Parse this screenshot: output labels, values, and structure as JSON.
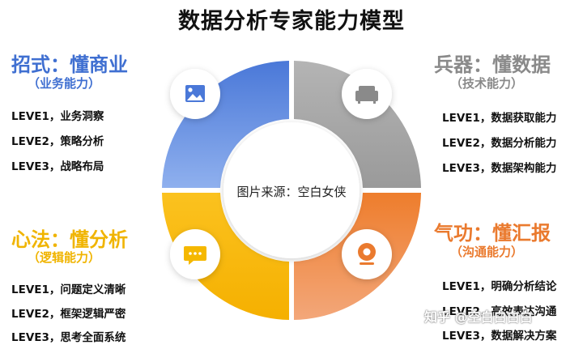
{
  "title": "数据分析专家能力模型",
  "center_text": "图片来源：空白女侠",
  "watermark": "知乎 @空白白白白",
  "sections": {
    "top_left": {
      "title": "招式：懂商业",
      "subtitle": "（业务能力）",
      "icon": "image-icon",
      "color": "#3f6fd1",
      "levels": [
        "LEVE1，业务洞察",
        "LEVE2，策略分析",
        "LEVE3，战略布局"
      ]
    },
    "top_right": {
      "title": "兵器：懂数据",
      "subtitle": "（技术能力）",
      "icon": "sofa-icon",
      "color": "#a6a6a6",
      "levels": [
        "LEVE1，数据获取能力",
        "LEVE2，数据分析能力",
        "LEVE3，数据架构能力"
      ]
    },
    "bottom_left": {
      "title": "心法：懂分析",
      "subtitle": "（逻辑能力）",
      "icon": "chat-icon",
      "color": "#f5b800",
      "levels": [
        "LEVE1，问题定义清晰",
        "LEVE2，框架逻辑严密",
        "LEVE3，思考全面系统"
      ]
    },
    "bottom_right": {
      "title": "气功：懂汇报",
      "subtitle": "（沟通能力）",
      "icon": "webcam-icon",
      "color": "#ea7a2e",
      "levels": [
        "LEVE1，明确分析结论",
        "LEVE2，高效表达沟通",
        "LEVE3，数据解决方案"
      ]
    }
  }
}
